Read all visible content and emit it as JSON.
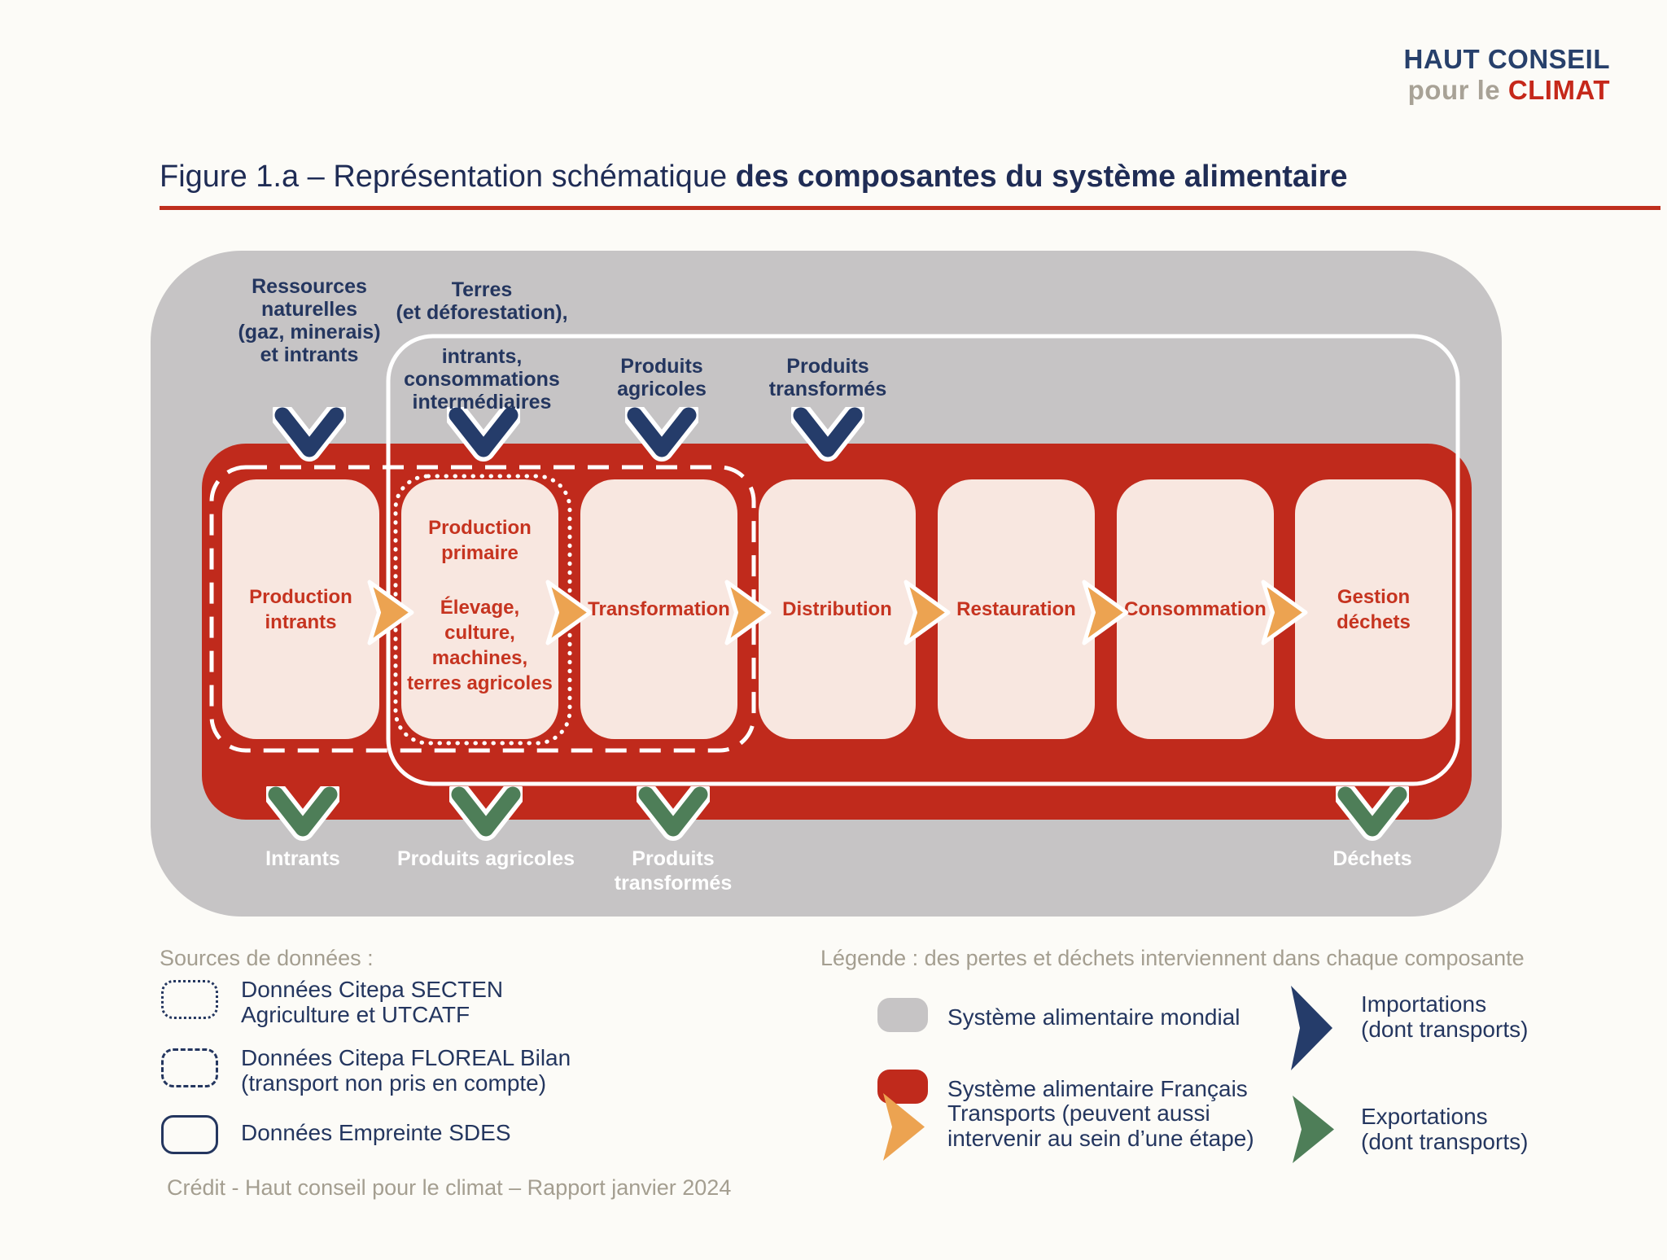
{
  "logo": {
    "line1": "HAUT CONSEIL",
    "line2_prefix": "pour le ",
    "line2_brand": "CLIMAT"
  },
  "title": {
    "prefix": "Figure 1.a – Représentation schématique ",
    "bold": "des composantes du système alimentaire"
  },
  "diagram": {
    "import_labels": [
      "Ressources\nnaturelles\n(gaz, minerais)\net intrants",
      "Terres\n(et déforestation),",
      "intrants,\nconsommations\nintermédiaires",
      "Produits\nagricoles",
      "Produits\ntransformés"
    ],
    "stages": [
      {
        "title": "Production\nintrants",
        "subtitle": ""
      },
      {
        "title": "Production\nprimaire",
        "subtitle": "Élevage,\nculture,\nmachines,\nterres agricoles"
      },
      {
        "title": "Transformation",
        "subtitle": ""
      },
      {
        "title": "Distribution",
        "subtitle": ""
      },
      {
        "title": "Restauration",
        "subtitle": ""
      },
      {
        "title": "Consommation",
        "subtitle": ""
      },
      {
        "title": "Gestion\ndéchets",
        "subtitle": ""
      }
    ],
    "export_labels": [
      "Intrants",
      "Produits agricoles",
      "Produits\ntransformés",
      "Déchets"
    ]
  },
  "sources": {
    "header": "Sources de données :",
    "items": [
      {
        "label": "Données Citepa SECTEN\nAgriculture et UTCATF",
        "swatch": "dotted-outline"
      },
      {
        "label": "Données Citepa FLOREAL Bilan\n(transport non pris en compte)",
        "swatch": "dashed-outline"
      },
      {
        "label": "Données Empreinte SDES",
        "swatch": "solid-outline"
      }
    ],
    "credit": "Crédit - Haut conseil pour le climat – Rapport janvier 2024"
  },
  "legend": {
    "header": "Légende : des pertes et déchets interviennent dans chaque composante",
    "items": [
      {
        "label": "Système alimentaire mondial",
        "swatch": "gray-pill"
      },
      {
        "label": "Système alimentaire Français",
        "swatch": "red-pill"
      },
      {
        "label": "Transports (peuvent aussi\nintervenir au sein d’une étape)",
        "swatch": "orange-arrow"
      },
      {
        "label": "Importations\n(dont transports)",
        "swatch": "navy-arrow"
      },
      {
        "label": "Exportations\n(dont transports)",
        "swatch": "green-arrow"
      }
    ]
  },
  "colors": {
    "background": "#fcfbf7",
    "world_gray": "#c6c4c5",
    "french_red": "#c02a1c",
    "stage_cream": "#f8e7e0",
    "stage_text_red": "#c63420",
    "navy": "#24365f",
    "arrow_navy": "#253c6a",
    "transport_orange": "#eca351",
    "export_green": "#4e7e58",
    "taupe": "#a49e90",
    "title_navy": "#1f2c55",
    "rule_red": "#bf2f1e"
  }
}
